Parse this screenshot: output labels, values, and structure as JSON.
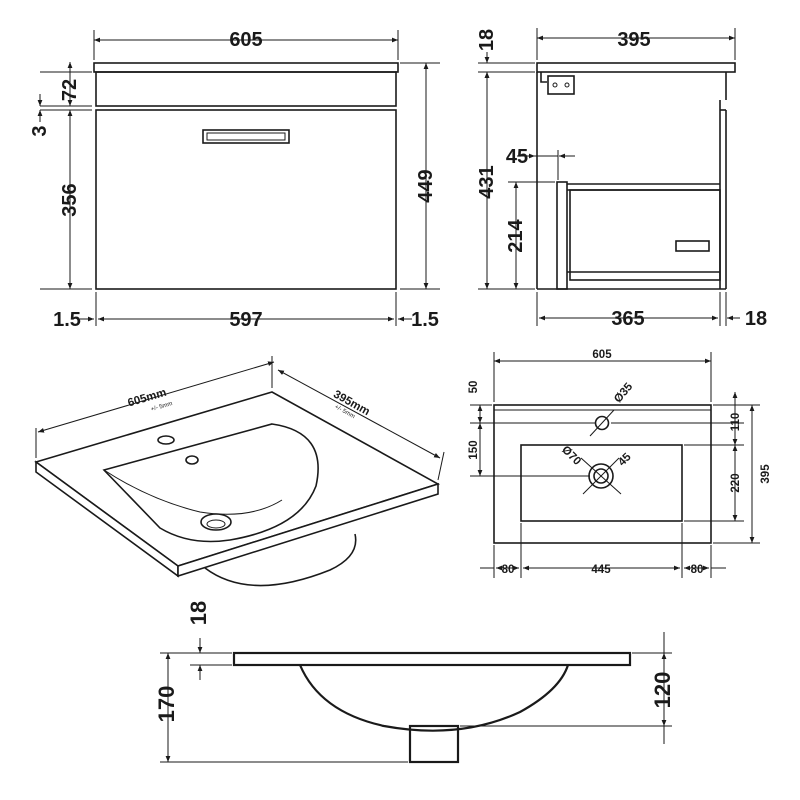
{
  "front_view": {
    "overall_width": "605",
    "top_height": "72",
    "gap": "3",
    "door_height": "356",
    "overall_height": "449",
    "side_gap_left": "1.5",
    "door_width": "597",
    "side_gap_right": "1.5"
  },
  "side_view": {
    "top_thickness": "18",
    "depth": "395",
    "offset": "45",
    "body_height": "431",
    "drawer_height": "214",
    "inner_depth": "365",
    "back_thickness": "18"
  },
  "basin_iso": {
    "width_label": "605mm",
    "width_tolerance": "+/- 5mm",
    "depth_label": "395mm",
    "depth_tolerance": "+/- 5mm"
  },
  "basin_plan": {
    "width": "605",
    "top_margin": "50",
    "tap_hole": "Ø35",
    "tap_offset": "150",
    "waste": "Ø70",
    "waste_offset": "45",
    "rim_to_bowl": "110",
    "bowl_depth": "220",
    "overall_depth": "395",
    "left_margin": "80",
    "bowl_width": "445",
    "right_margin": "80"
  },
  "basin_section": {
    "rim_thickness": "18",
    "overall_height": "170",
    "bowl_height": "120"
  }
}
